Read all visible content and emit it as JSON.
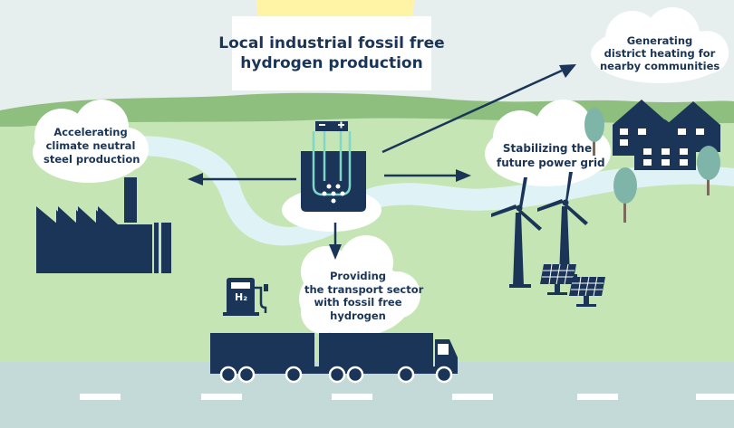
{
  "title": {
    "line1": "Local industrial fossil free",
    "line2": "hydrogen production"
  },
  "captions": {
    "steel": [
      "Accelerating",
      "climate neutral",
      "steel production"
    ],
    "heating": [
      "Generating",
      "district heating for",
      "nearby communities"
    ],
    "grid": [
      "Stabilizing the",
      "future power grid"
    ],
    "transport": [
      "Providing",
      "the transport sector",
      "with fossil free",
      "hydrogen"
    ]
  },
  "pump_label": "H₂",
  "colors": {
    "navy": "#1a3557",
    "sky": "#e7eeee",
    "sun": "#fff3a6",
    "hills": "#8fbf7f",
    "meadow": "#c5e6b4",
    "river": "#dff3f6",
    "road": "#c4dad8",
    "tree": "#7fb5a8",
    "cloud": "#ffffff"
  }
}
